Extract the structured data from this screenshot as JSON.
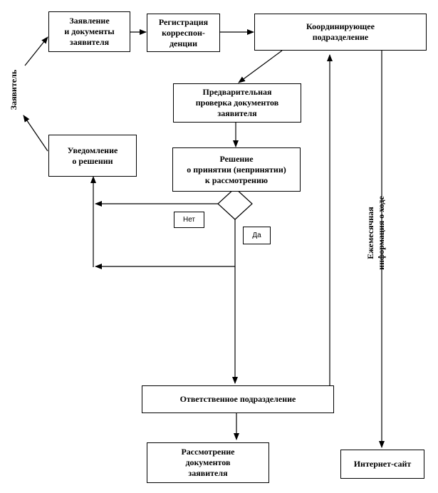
{
  "nodes": {
    "statement": "Заявление\nи документы\nзаявителя",
    "registration": "Регистрация\nкорреспон-\nденции",
    "coordinating": "Координирующее\nподразделение",
    "preliminary": "Предварительная\nпроверка документов\nзаявителя",
    "decision": "Решение\nо принятии (непринятии)\nк рассмотрению",
    "notification": "Уведомление\nо решении",
    "responsible": "Ответственное подразделение",
    "review": "Рассмотрение\nдокументов\nзаявителя",
    "website": "Интернет-сайт"
  },
  "labels": {
    "applicant": "Заявитель",
    "no": "Нет",
    "yes": "Да",
    "monthly_info": "Ежемесячная\nинформация о ходе"
  }
}
